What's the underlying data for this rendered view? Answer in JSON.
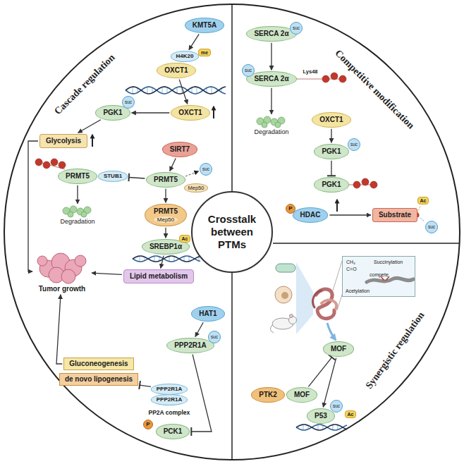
{
  "diagram": {
    "nodes": [
      {
        "text": [
          "KMT5A"
        ]
      },
      {
        "text": [
          "H4K20"
        ]
      },
      {
        "text": [
          "OXCT1"
        ]
      },
      {
        "text": [
          "OXCT1"
        ]
      },
      {
        "text": [
          "PGK1"
        ]
      },
      {
        "text": [
          "Glycolysis"
        ]
      },
      {
        "text": [
          "SIRT7"
        ]
      },
      {
        "text": [
          "PRMT5"
        ]
      },
      {
        "text": [
          "STUB1"
        ]
      },
      {
        "text": [
          "PRMT5"
        ]
      },
      {
        "text": [
          "Degradation"
        ]
      },
      {
        "text": [
          "PRMT5",
          "Mep50"
        ]
      },
      {
        "text": [
          "SREBP1α"
        ]
      },
      {
        "text": [
          "Lipid metabolism"
        ]
      },
      {
        "text": [
          "Tumor growth"
        ]
      },
      {
        "text": [
          "Gluconeogenesis"
        ]
      },
      {
        "text": [
          "de novo lipogenesis"
        ]
      },
      {
        "text": [
          "HAT1"
        ]
      },
      {
        "text": [
          "PPP2R1A"
        ]
      },
      {
        "text": [
          "PPP2R1A"
        ]
      },
      {
        "text": [
          "PPP2R1A"
        ]
      },
      {
        "text": [
          "PCK1"
        ]
      },
      {
        "text": [
          "SERCA 2α"
        ]
      },
      {
        "text": [
          "SERCA 2α"
        ]
      },
      {
        "text": [
          "Degradation"
        ]
      },
      {
        "text": [
          "OXCT1"
        ]
      },
      {
        "text": [
          "PGK1"
        ]
      },
      {
        "text": [
          "PGK1"
        ]
      },
      {
        "text": [
          "HDAC"
        ]
      },
      {
        "text": [
          "Substrate"
        ]
      },
      {
        "text": [
          "Crosstalk between PTMs"
        ]
      },
      {
        "text": [
          "CH₃",
          "C=O",
          "Acetylation",
          "compete",
          "Succinylation"
        ]
      },
      {
        "text": [
          "PTK2"
        ]
      },
      {
        "text": [
          "MOF"
        ]
      },
      {
        "text": [
          "MOF"
        ]
      },
      {
        "text": [
          "P53"
        ]
      }
    ],
    "edges": [
      {
        "from": 0,
        "to": 1,
        "arrow": "to"
      },
      {
        "from": 2,
        "to": 3,
        "arrow": "to"
      },
      {
        "from": 3,
        "to": 4,
        "arrow": "to"
      },
      {
        "from": 4,
        "to": 5,
        "arrow": "to"
      },
      {
        "from": 5,
        "to": 14,
        "arrow": "to"
      },
      {
        "from": 6,
        "to": 9,
        "arrow": "to"
      },
      {
        "from": 9,
        "to": 8,
        "arrow": "to"
      },
      {
        "from": 7,
        "to": 10,
        "arrow": "to"
      },
      {
        "from": 9,
        "to": 11,
        "arrow": "to"
      },
      {
        "from": 11,
        "to": 12,
        "arrow": "to"
      },
      {
        "from": 12,
        "to": 13,
        "arrow": "to"
      },
      {
        "from": 13,
        "to": 14,
        "arrow": "to"
      },
      {
        "from": 15,
        "to": 14,
        "arrow": "to"
      },
      {
        "from": 17,
        "to": 18,
        "arrow": "to"
      },
      {
        "from": 18,
        "to": 21,
        "arrow": "to"
      },
      {
        "from": 19,
        "to": 16,
        "arrow": "to"
      },
      {
        "from": 22,
        "to": 23,
        "arrow": "to"
      },
      {
        "from": 23,
        "to": 24,
        "arrow": "to"
      },
      {
        "from": 25,
        "to": 26,
        "arrow": "to"
      },
      {
        "from": 26,
        "to": 27,
        "arrow": "to"
      },
      {
        "from": 28,
        "to": 29,
        "arrow": "to"
      },
      {
        "from": 33,
        "to": 34,
        "arrow": "to"
      },
      {
        "from": 34,
        "to": 35,
        "arrow": "to"
      }
    ],
    "labels": [
      "Cascade regulation",
      "Competitive modification",
      "Synergistic regulation",
      "me",
      "suc",
      "Mep50",
      "suc",
      "Ac",
      "suc",
      "PP2A complex",
      "P",
      "suc",
      "suc",
      "Lys48",
      "suc",
      "P",
      "Ac",
      "suc",
      "suc",
      "Ac"
    ]
  }
}
